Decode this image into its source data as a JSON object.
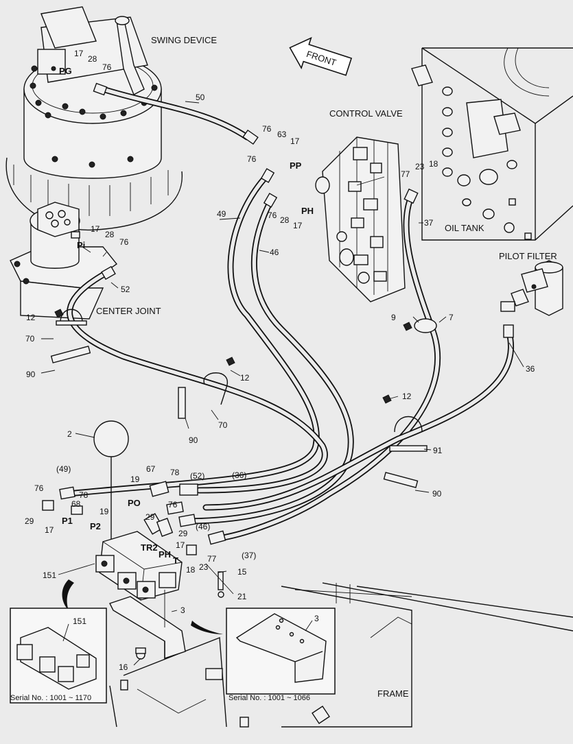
{
  "assemblies": {
    "swing_device": "SWING DEVICE",
    "control_valve": "CONTROL VALVE",
    "oil_tank": "OIL TANK",
    "pilot_filter": "PILOT FILTER",
    "center_joint": "CENTER JOINT",
    "frame": "FRAME",
    "front": "FRONT"
  },
  "ports": {
    "pg": "PG",
    "pp": "PP",
    "ph_valve": "PH",
    "pi": "Pi",
    "po": "PO",
    "p1": "P1",
    "p2": "P2",
    "tr2": "TR2",
    "ph_block": "PH",
    "t": "T"
  },
  "callouts": {
    "c_17_sw": "17",
    "c_28_sw": "28",
    "c_76_sw": "76",
    "c_50": "50",
    "c_76_a": "76",
    "c_63": "63",
    "c_17_pp": "17",
    "c_76_b": "76",
    "c_49": "49",
    "c_76_ph": "76",
    "c_28_ph": "28",
    "c_17_ph": "17",
    "c_46": "46",
    "c_23_ot": "23",
    "c_18_ot": "18",
    "c_77_ot": "77",
    "c_37": "37",
    "c_17_cj": "17",
    "c_28_cj": "28",
    "c_76_cj": "76",
    "c_52": "52",
    "c_12_cj": "12",
    "c_70_l": "70",
    "c_90_l": "90",
    "c_12_m": "12",
    "c_90_m": "90",
    "c_70_m": "70",
    "c_9": "9",
    "c_7": "7",
    "c_36": "36",
    "c_12_r": "12",
    "c_91": "91",
    "c_90_r": "90",
    "c_2": "2",
    "c_49p": "(49)",
    "c_67": "67",
    "c_78_t": "78",
    "c_52p": "(52)",
    "c_36p": "(36)",
    "c_19_a": "19",
    "c_76_l": "76",
    "c_78_l": "78",
    "c_68": "68",
    "c_19_b": "19",
    "c_29_l": "29",
    "c_17_l": "17",
    "c_29_m": "29",
    "c_76_m": "76",
    "c_46p": "(46)",
    "c_29_r": "29",
    "c_17_b": "17",
    "c_37p": "(37)",
    "c_77_b": "77",
    "c_18_b": "18",
    "c_23_b": "23",
    "c_15": "15",
    "c_21": "21",
    "c_151": "151",
    "c_3": "3",
    "c_16": "16",
    "inset_left_151": "151",
    "inset_right_3": "3"
  },
  "insets": {
    "left_serial": "Serial No. : 1001 ~ 1170",
    "right_serial": "Serial No. : 1001 ~ 1066"
  }
}
